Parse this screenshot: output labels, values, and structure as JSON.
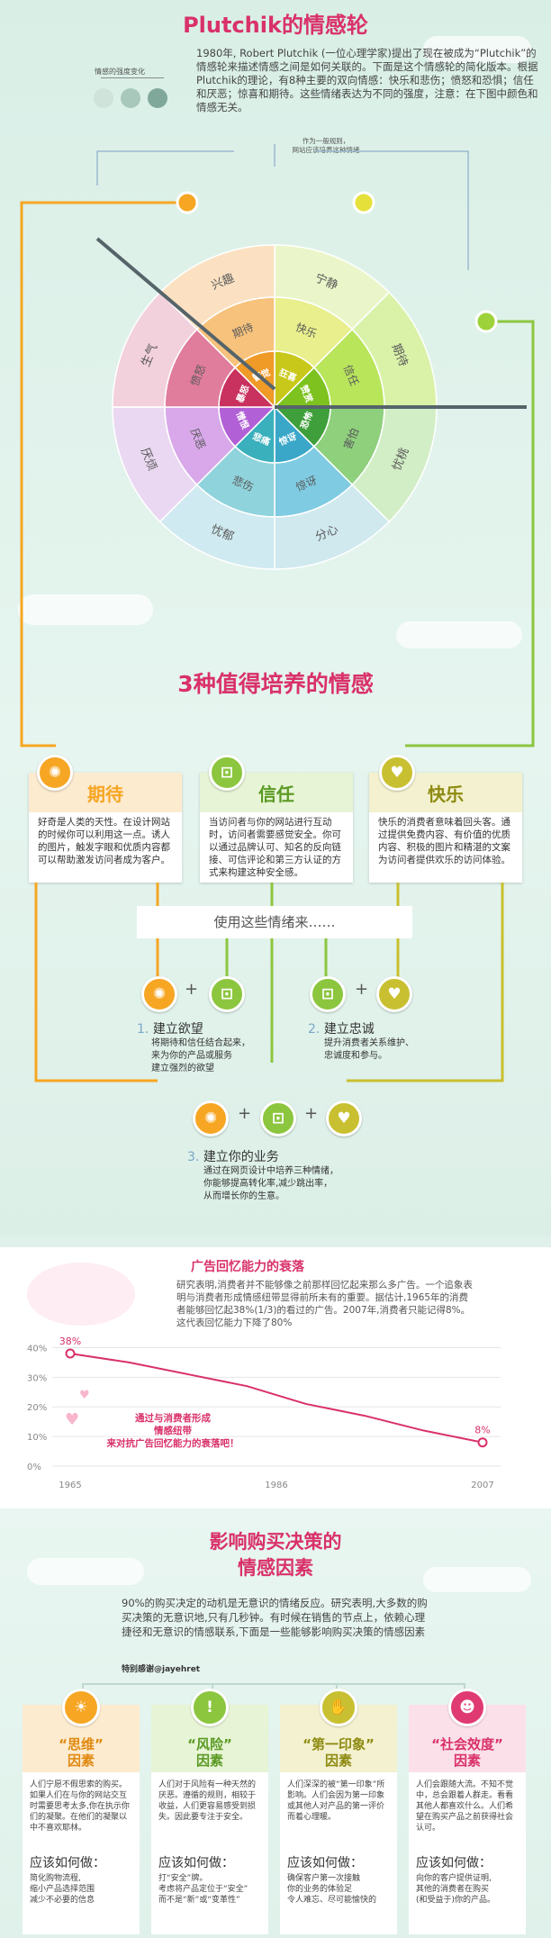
{
  "header": {
    "title": "Plutchik的情感轮",
    "intro": "1980年, Robert Plutchik (一位心理学家)提出了现在被成为“Plutchik”的情感轮来描述情感之间是如何关联的。下面是这个情感轮的简化版本。根据Plutchik的理论，有8种主要的双向情感：快乐和悲伤；愤怒和恐惧；信任和厌恶；惊喜和期待。这些情绪表达为不同的强度，注意：在下图中颜色和情感无关。",
    "legend_label": "情感的强度变化",
    "note": "作为一般规则，\n网站应该培养这种情绪"
  },
  "wheel": {
    "outer": [
      "宁静",
      "期待",
      "忧桃",
      "分心",
      "忧郁",
      "厌烦",
      "生气",
      "兴趣"
    ],
    "middle": [
      "快乐",
      "信任",
      "害怕",
      "惊讶",
      "悲伤",
      "厌恶",
      "愤怒",
      "期待"
    ],
    "inner": [
      "狂喜",
      "赞赏",
      "恐怖",
      "惊讶",
      "悲痛",
      "憎恨",
      "暴怒",
      "警觉"
    ]
  },
  "section2": {
    "title": "3种值得培养的情感",
    "cards": [
      {
        "title": "期待",
        "body": "好奇是人类的天性。在设计网站的时候你可以利用这一点。诱人的图片，触发字眼和优质内容都可以帮助激发访问者成为客户。",
        "color": "#f6a623"
      },
      {
        "title": "信任",
        "body": "当访问者与你的网站进行互动时，访问者需要感觉安全。你可以通过品牌认可、知名的反向链接、可信评论和第三方认证的方式来构建这种安全感。",
        "color": "#8cc63f"
      },
      {
        "title": "快乐",
        "body": "快乐的消费者意味着回头客。通过提供免费内容、有价值的优质内容、积极的图片和精湛的文案为访问者提供欢乐的访问体验。",
        "color": "#c8c030"
      }
    ],
    "use_label": "使用这些情绪来……",
    "steps": [
      {
        "num": "1.",
        "title": "建立欲望",
        "body": "将期待和信任结合起来，\n来为你的产品或服务\n建立强烈的欲望"
      },
      {
        "num": "2.",
        "title": "建立忠诚",
        "body": "提升消费者关系维护、\n忠诚度和参与。"
      },
      {
        "num": "3.",
        "title": "建立你的业务",
        "body": "通过在网页设计中培养三种情绪，\n你能够提高转化率,减少跳出率，\n从而增长你的生意。"
      }
    ]
  },
  "section3": {
    "title": "广告回忆能力的衰落",
    "body": "研究表明,消费者并不能够像之前那样回忆起来那么多广告。一个追象表明与消费者形成情感纽带显得前所未有的重要。据估计,1965年的消费者能够回忆起38%(1/3)的看过的广告。2007年,消费者只能记得8%。这代表回忆能力下降了80%",
    "callout": "通过与消费者形成\n情感纽带\n来对抗广告回忆能力的衰落吧！"
  },
  "chart_data": {
    "type": "line",
    "x": [
      1965,
      1971,
      1977,
      1983,
      1989,
      1995,
      2001,
      2007
    ],
    "series": [
      {
        "values": [
          38,
          35,
          31,
          27,
          21,
          17,
          12,
          8
        ]
      }
    ],
    "point_labels": [
      "38%",
      "8%"
    ],
    "xticks": [
      "1965",
      "1986",
      "2007"
    ],
    "yticks": [
      "40%",
      "30%",
      "20%",
      "10%",
      "0%"
    ],
    "ylim": [
      0,
      45
    ],
    "xlim": [
      1965,
      2007
    ],
    "color": "#d9316a"
  },
  "section4": {
    "title": "影响购买决策的\n情感因素",
    "body": "90%的购买决定的动机是无意识的情绪反应。研究表明,大多数的购买决策的无意识地,只有几秒钟。有时候在销售的节点上，依赖心理捷径和无意识的情感联系,下面是一些能够影响购买决策的情感因素",
    "credit": "特别感谢@jayehret",
    "factors": [
      {
        "title": "“思维”\n因素",
        "body": "人们宁愿不假思索的购买。如果人们在与你的网站交互时需要思考太多,你在执示你们的凝聚。在他们的凝聚以中不喜欢耶林。",
        "how": "应该如何做：",
        "sol": "简化购物流程,\n缩小产品选择范围\n减少不必要的信息",
        "color": "#f6a623",
        "icon": "bulb-icon",
        "glyph": "☀"
      },
      {
        "title": "“风险”\n因素",
        "body": "人们对于风险有一种天然的厌恶。遵循的规则，相较于收益，人们更容易感受到损失。因此要专注于安全。",
        "how": "应该如何做：",
        "sol": "打“安全”牌。\n考虑将产品定位于“安全”\n而不是“新”或“变革性”",
        "color": "#8cc63f",
        "icon": "warning-icon",
        "glyph": "!"
      },
      {
        "title": "“第一印象”\n因素",
        "body": "人们深深的被“第一印象”所影响。人们会因为第一印象或其他人对产品的第一评价而着心理暖。",
        "how": "应该如何做：",
        "sol": "确保客户第一次接触\n你的业务的体验足\n令人难忘、尽可能愉快的",
        "color": "#c8c030",
        "icon": "thumbs-up-icon",
        "glyph": "✋"
      },
      {
        "title": "“社会效度”\n因素",
        "body": "人们会跟随大流。不知不觉中，总会跟着人群走。看看其他人都喜欢什么。人们希望在购买产品之前获得社会认可。",
        "how": "应该如何做：",
        "sol": "向你的客户提供证明,\n其他的消费者在购买\n(和受益于)你的产品。",
        "color": "#e03a72",
        "icon": "people-icon",
        "glyph": "☻"
      }
    ]
  }
}
